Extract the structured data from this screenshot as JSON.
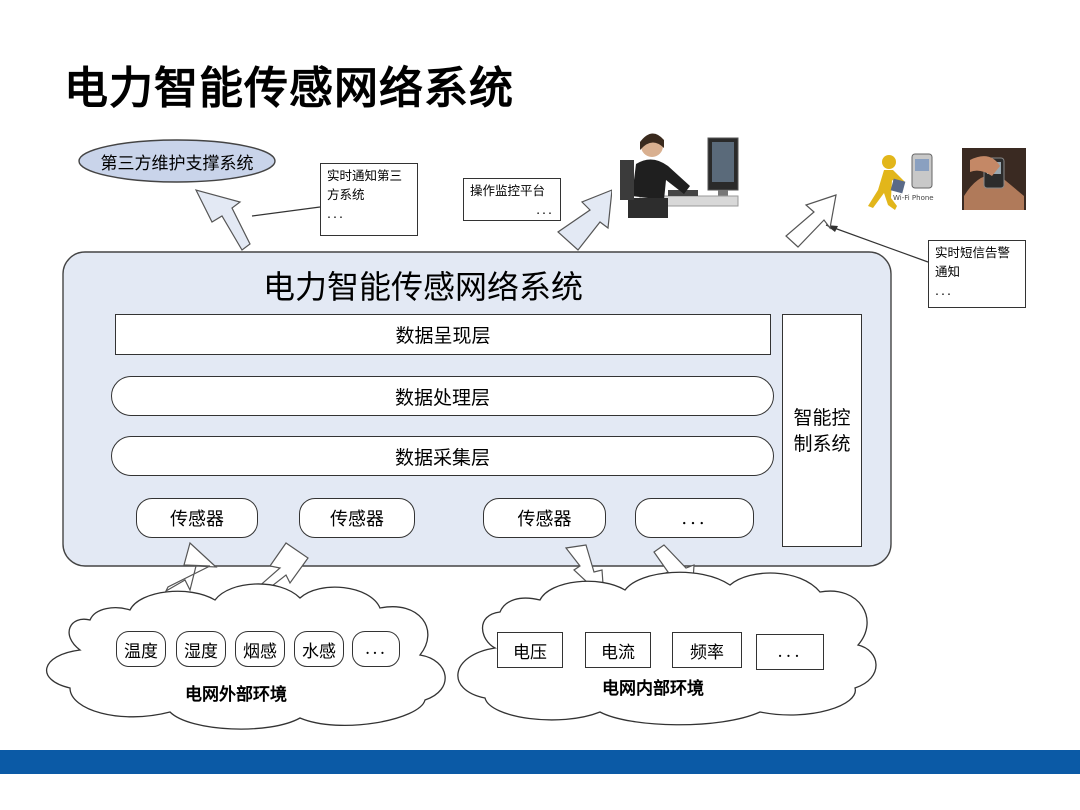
{
  "page_title": "电力智能传感网络系统",
  "system": {
    "title": "电力智能传感网络系统",
    "layers": [
      "数据呈现层",
      "数据处理层",
      "数据采集层"
    ],
    "control_line1": "智能控",
    "control_line2": "制系统",
    "sensors": [
      "传感器",
      "传感器",
      "传感器",
      "..."
    ]
  },
  "third_party": {
    "label": "第三方维护支撑系统"
  },
  "notes": {
    "third_party_notify": {
      "line1": "实时通知第三",
      "line2": "方系统",
      "line3": "..."
    },
    "monitor_platform": {
      "line1": "操作监控平台",
      "line2": "..."
    },
    "sms_alert": {
      "line1": "实时短信告警",
      "line2": "通知",
      "line3": "..."
    }
  },
  "phone_icon_text": "Wi-Fi Phone",
  "external_env": {
    "items": [
      "温度",
      "湿度",
      "烟感",
      "水感",
      "..."
    ],
    "label": "电网外部环境"
  },
  "internal_env": {
    "items": [
      "电压",
      "电流",
      "频率",
      "..."
    ],
    "label": "电网内部环境"
  },
  "colors": {
    "system_fill": "#e3e9f4",
    "third_party_fill": "#c9d4ea",
    "footer_bar": "#0b5aa6",
    "arrow_fill": "#e3e9f4"
  }
}
